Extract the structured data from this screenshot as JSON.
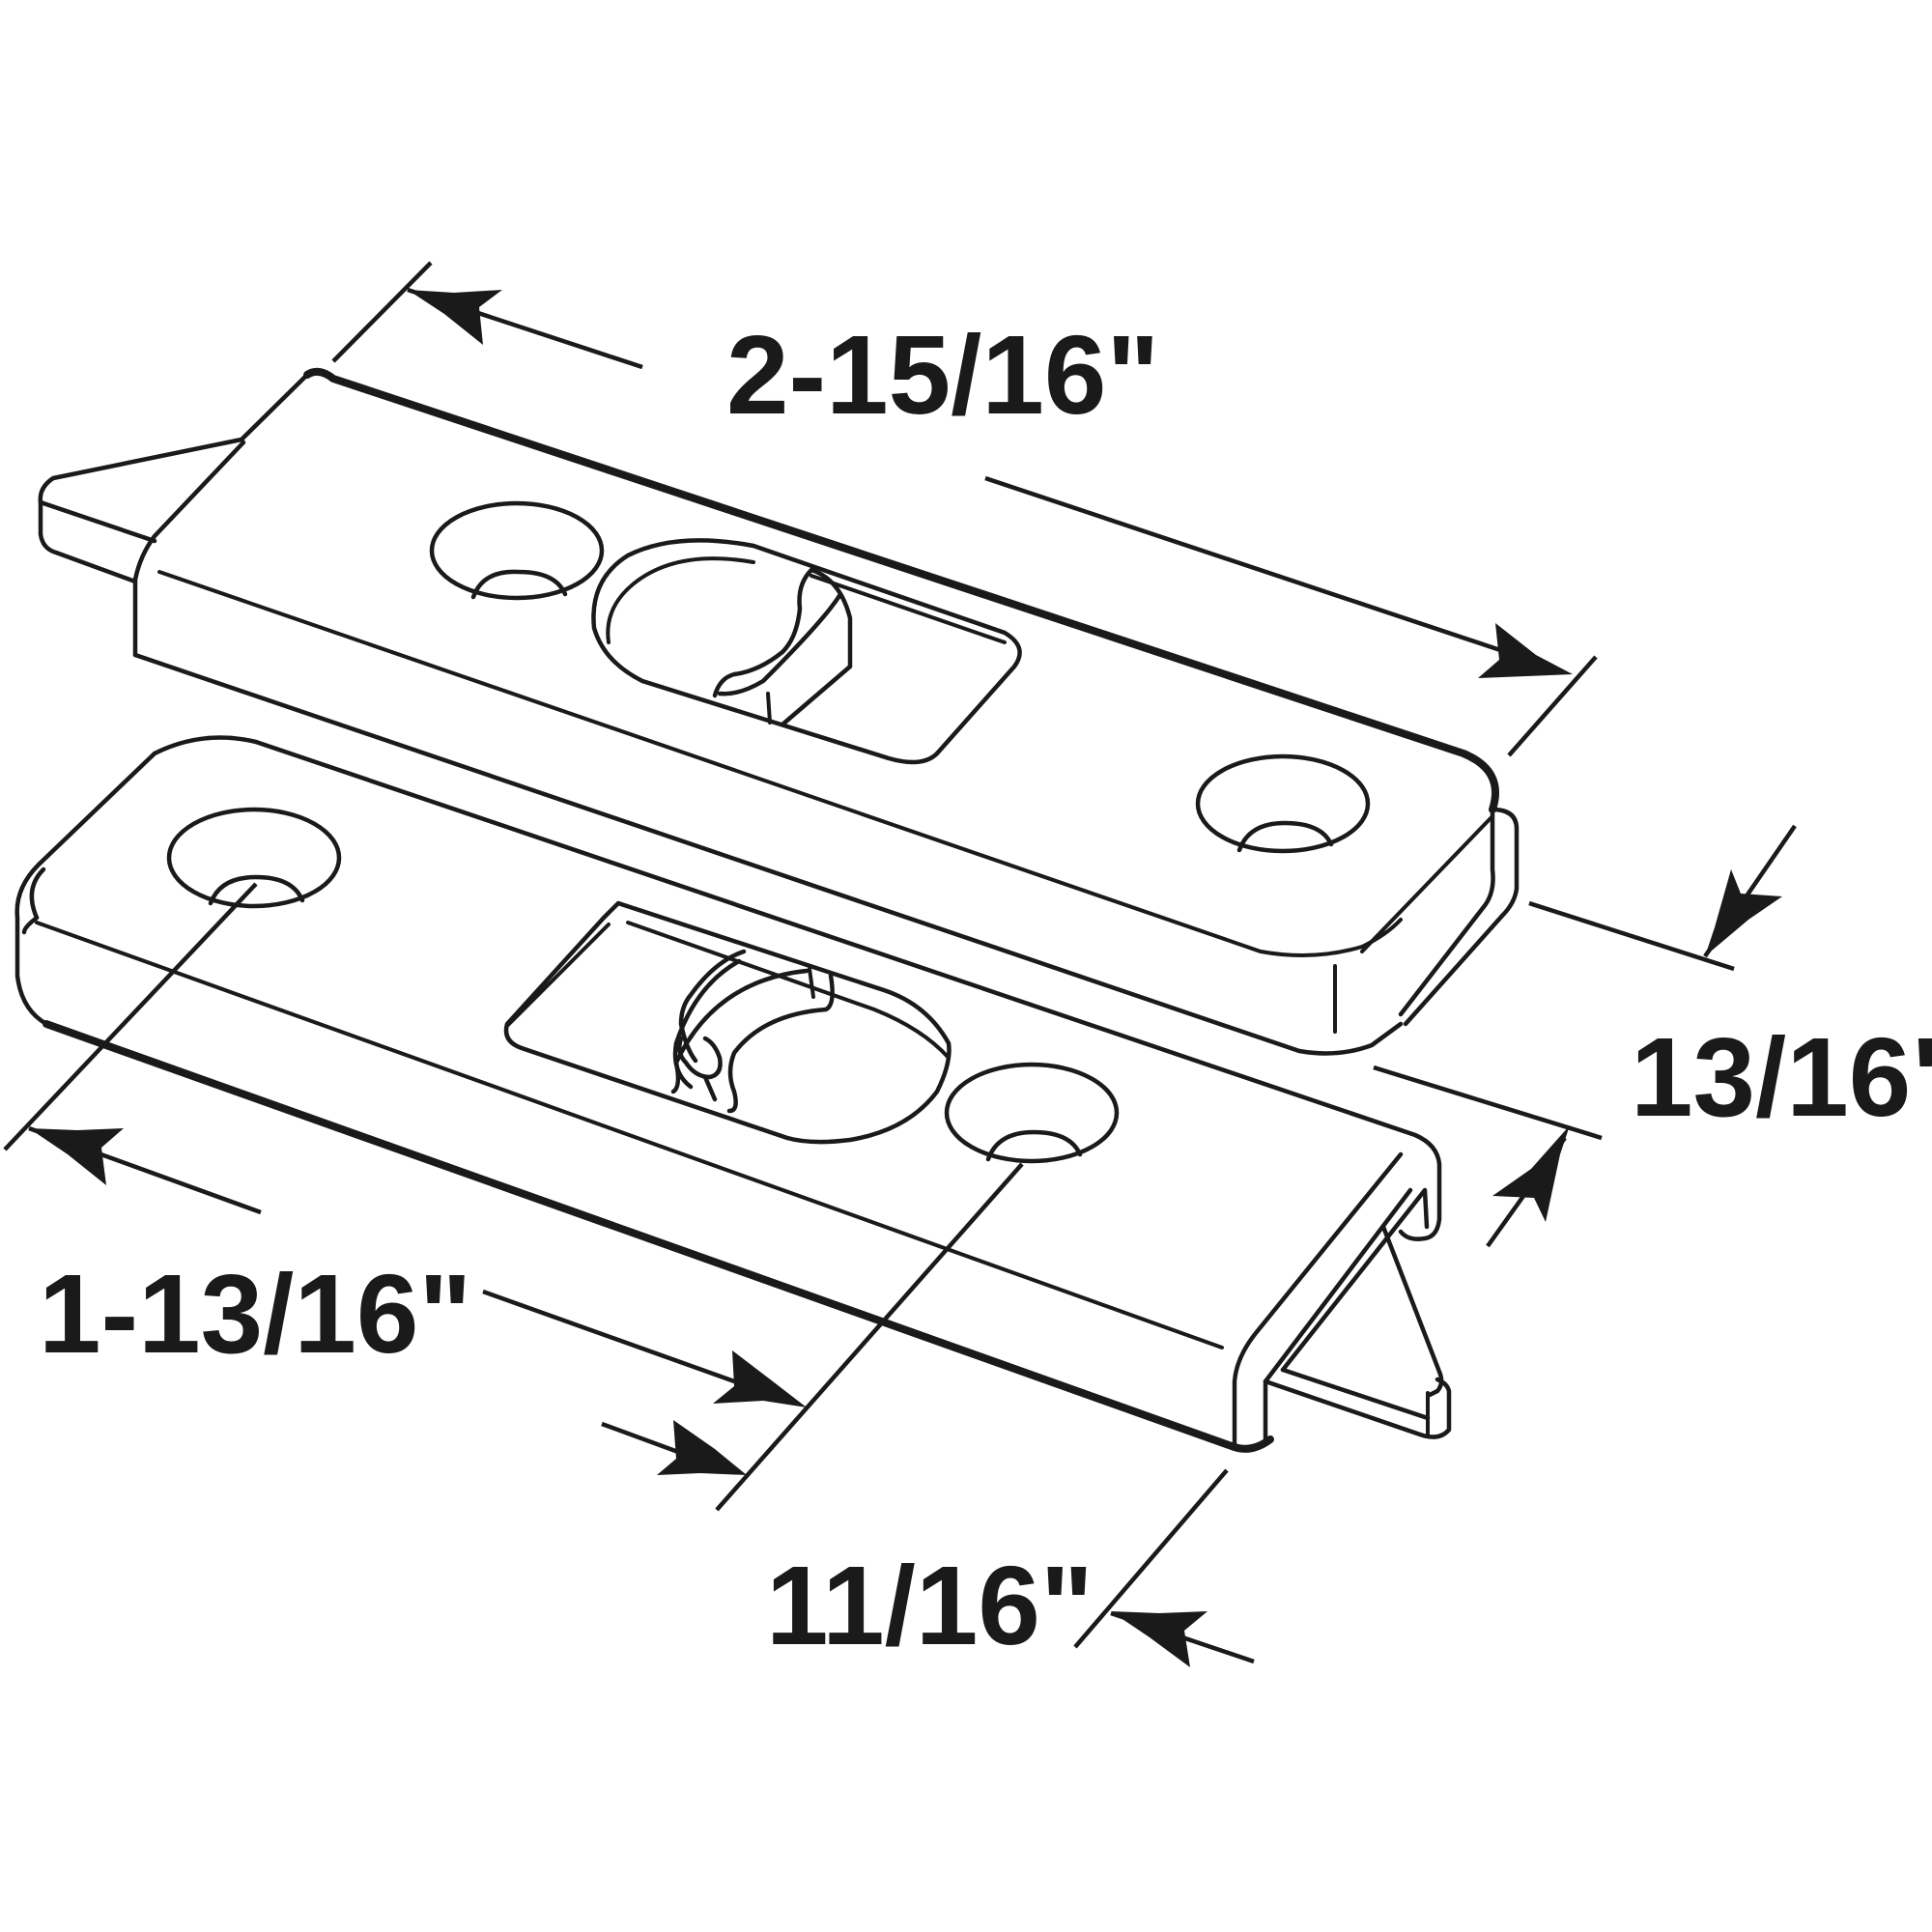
{
  "dimensions": {
    "overall_length": "2-15/16\"",
    "height": "13/16\"",
    "inner_length": "1-13/16\"",
    "thickness": "11/16\""
  },
  "colors": {
    "line": "#1a1a1a",
    "background": "#ffffff"
  }
}
